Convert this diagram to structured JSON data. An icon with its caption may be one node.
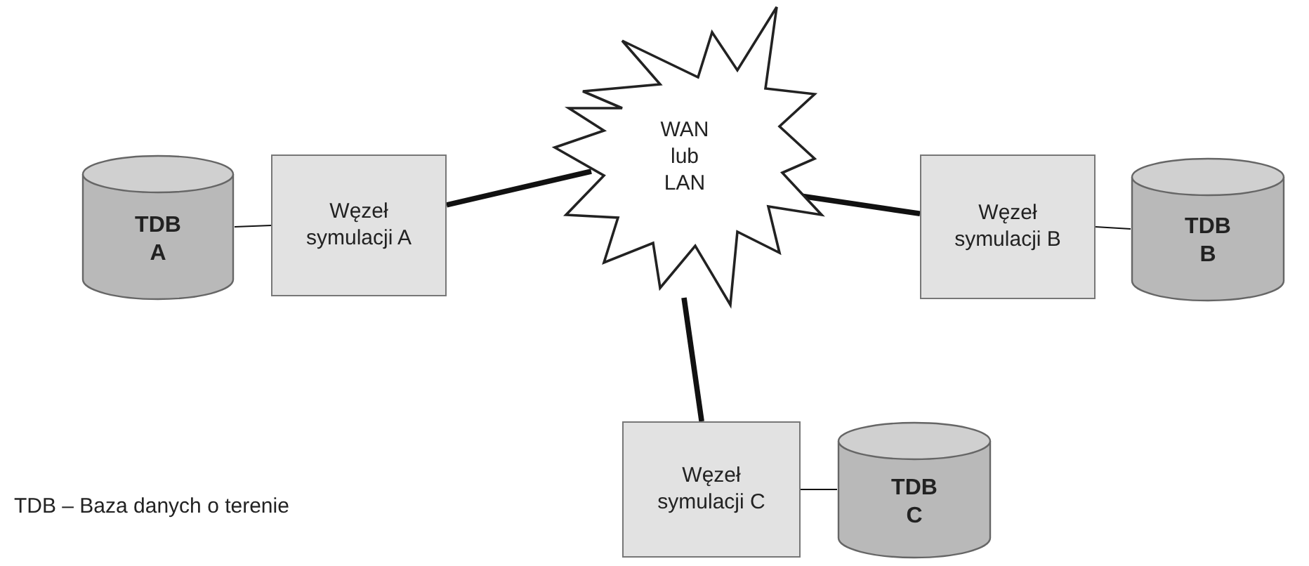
{
  "diagram": {
    "nodes": [
      {
        "text": [
          "TDB A"
        ]
      },
      {
        "text": [
          "Węzeł symulacji A"
        ]
      },
      {
        "text": [
          "WAN lub LAN"
        ]
      },
      {
        "text": [
          "Węzeł symulacji B"
        ]
      },
      {
        "text": [
          "TDB B"
        ]
      },
      {
        "text": [
          "Węzeł symulacji C"
        ]
      },
      {
        "text": [
          "TDB C"
        ]
      }
    ],
    "edges": [
      {
        "from": 0,
        "to": 1,
        "arrow": "none"
      },
      {
        "from": 1,
        "to": 2,
        "arrow": "none",
        "style": "thick"
      },
      {
        "from": 2,
        "to": 3,
        "arrow": "none",
        "style": "thick"
      },
      {
        "from": 3,
        "to": 4,
        "arrow": "none"
      },
      {
        "from": 2,
        "to": 5,
        "arrow": "none",
        "style": "thick"
      },
      {
        "from": 5,
        "to": 6,
        "arrow": "none"
      }
    ],
    "labels": [
      "TDB – Baza danych o terenie"
    ]
  }
}
